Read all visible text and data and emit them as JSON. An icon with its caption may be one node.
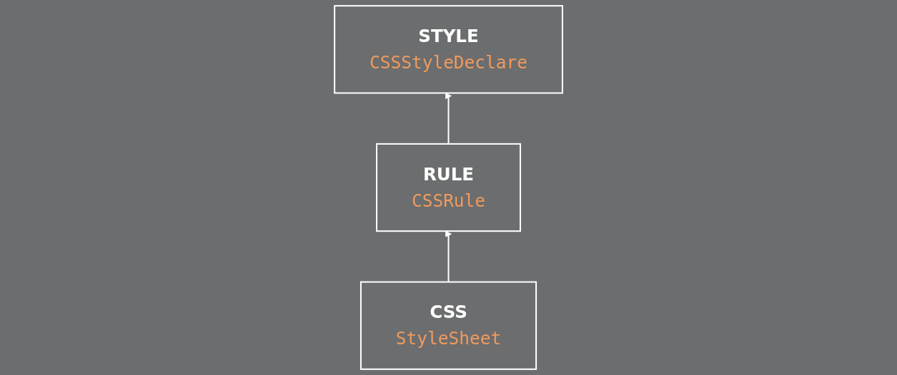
{
  "diagram": {
    "nodes": [
      {
        "text": [
          "STYLE",
          "CSSStyleDeclare"
        ]
      },
      {
        "text": [
          "RULE",
          "CSSRule"
        ]
      },
      {
        "text": [
          "CSS",
          "StyleSheet"
        ]
      }
    ],
    "edges": [
      {
        "from": 1,
        "to": 0,
        "arrow": "to"
      },
      {
        "from": 2,
        "to": 1,
        "arrow": "to"
      }
    ]
  }
}
